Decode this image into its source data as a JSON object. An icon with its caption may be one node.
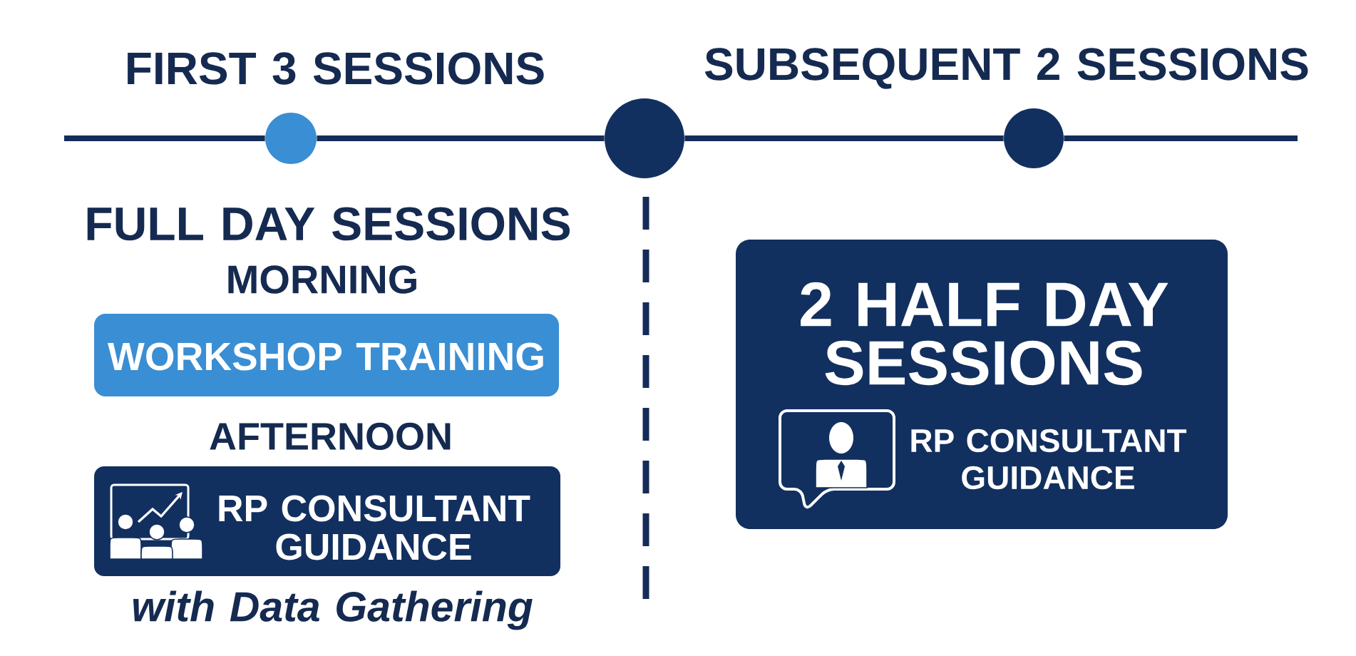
{
  "diagram": {
    "nodes": [
      {
        "text": [],
        "shape": "circle"
      },
      {
        "text": [],
        "shape": "circle"
      },
      {
        "text": [],
        "shape": "circle"
      },
      {
        "text": [
          "WORKSHOP TRAINING"
        ],
        "beside": [
          "MORNING"
        ]
      },
      {
        "text": [
          "RP CONSULTANT GUIDANCE"
        ],
        "beside": [
          "AFTERNOON",
          "with Data Gathering"
        ]
      },
      {
        "text": [
          "2 HALF DAY SESSIONS",
          "RP CONSULTANT GUIDANCE"
        ]
      }
    ],
    "edges": [
      {
        "from": null,
        "to": 0,
        "arrow": "none"
      },
      {
        "from": 0,
        "to": 1,
        "arrow": "none"
      },
      {
        "from": 1,
        "to": 2,
        "arrow": "none"
      },
      {
        "from": 2,
        "to": null,
        "arrow": "none"
      }
    ],
    "labels": [
      "FIRST 3 SESSIONS",
      "SUBSEQUENT 2 SESSIONS",
      "FULL DAY SESSIONS"
    ]
  }
}
